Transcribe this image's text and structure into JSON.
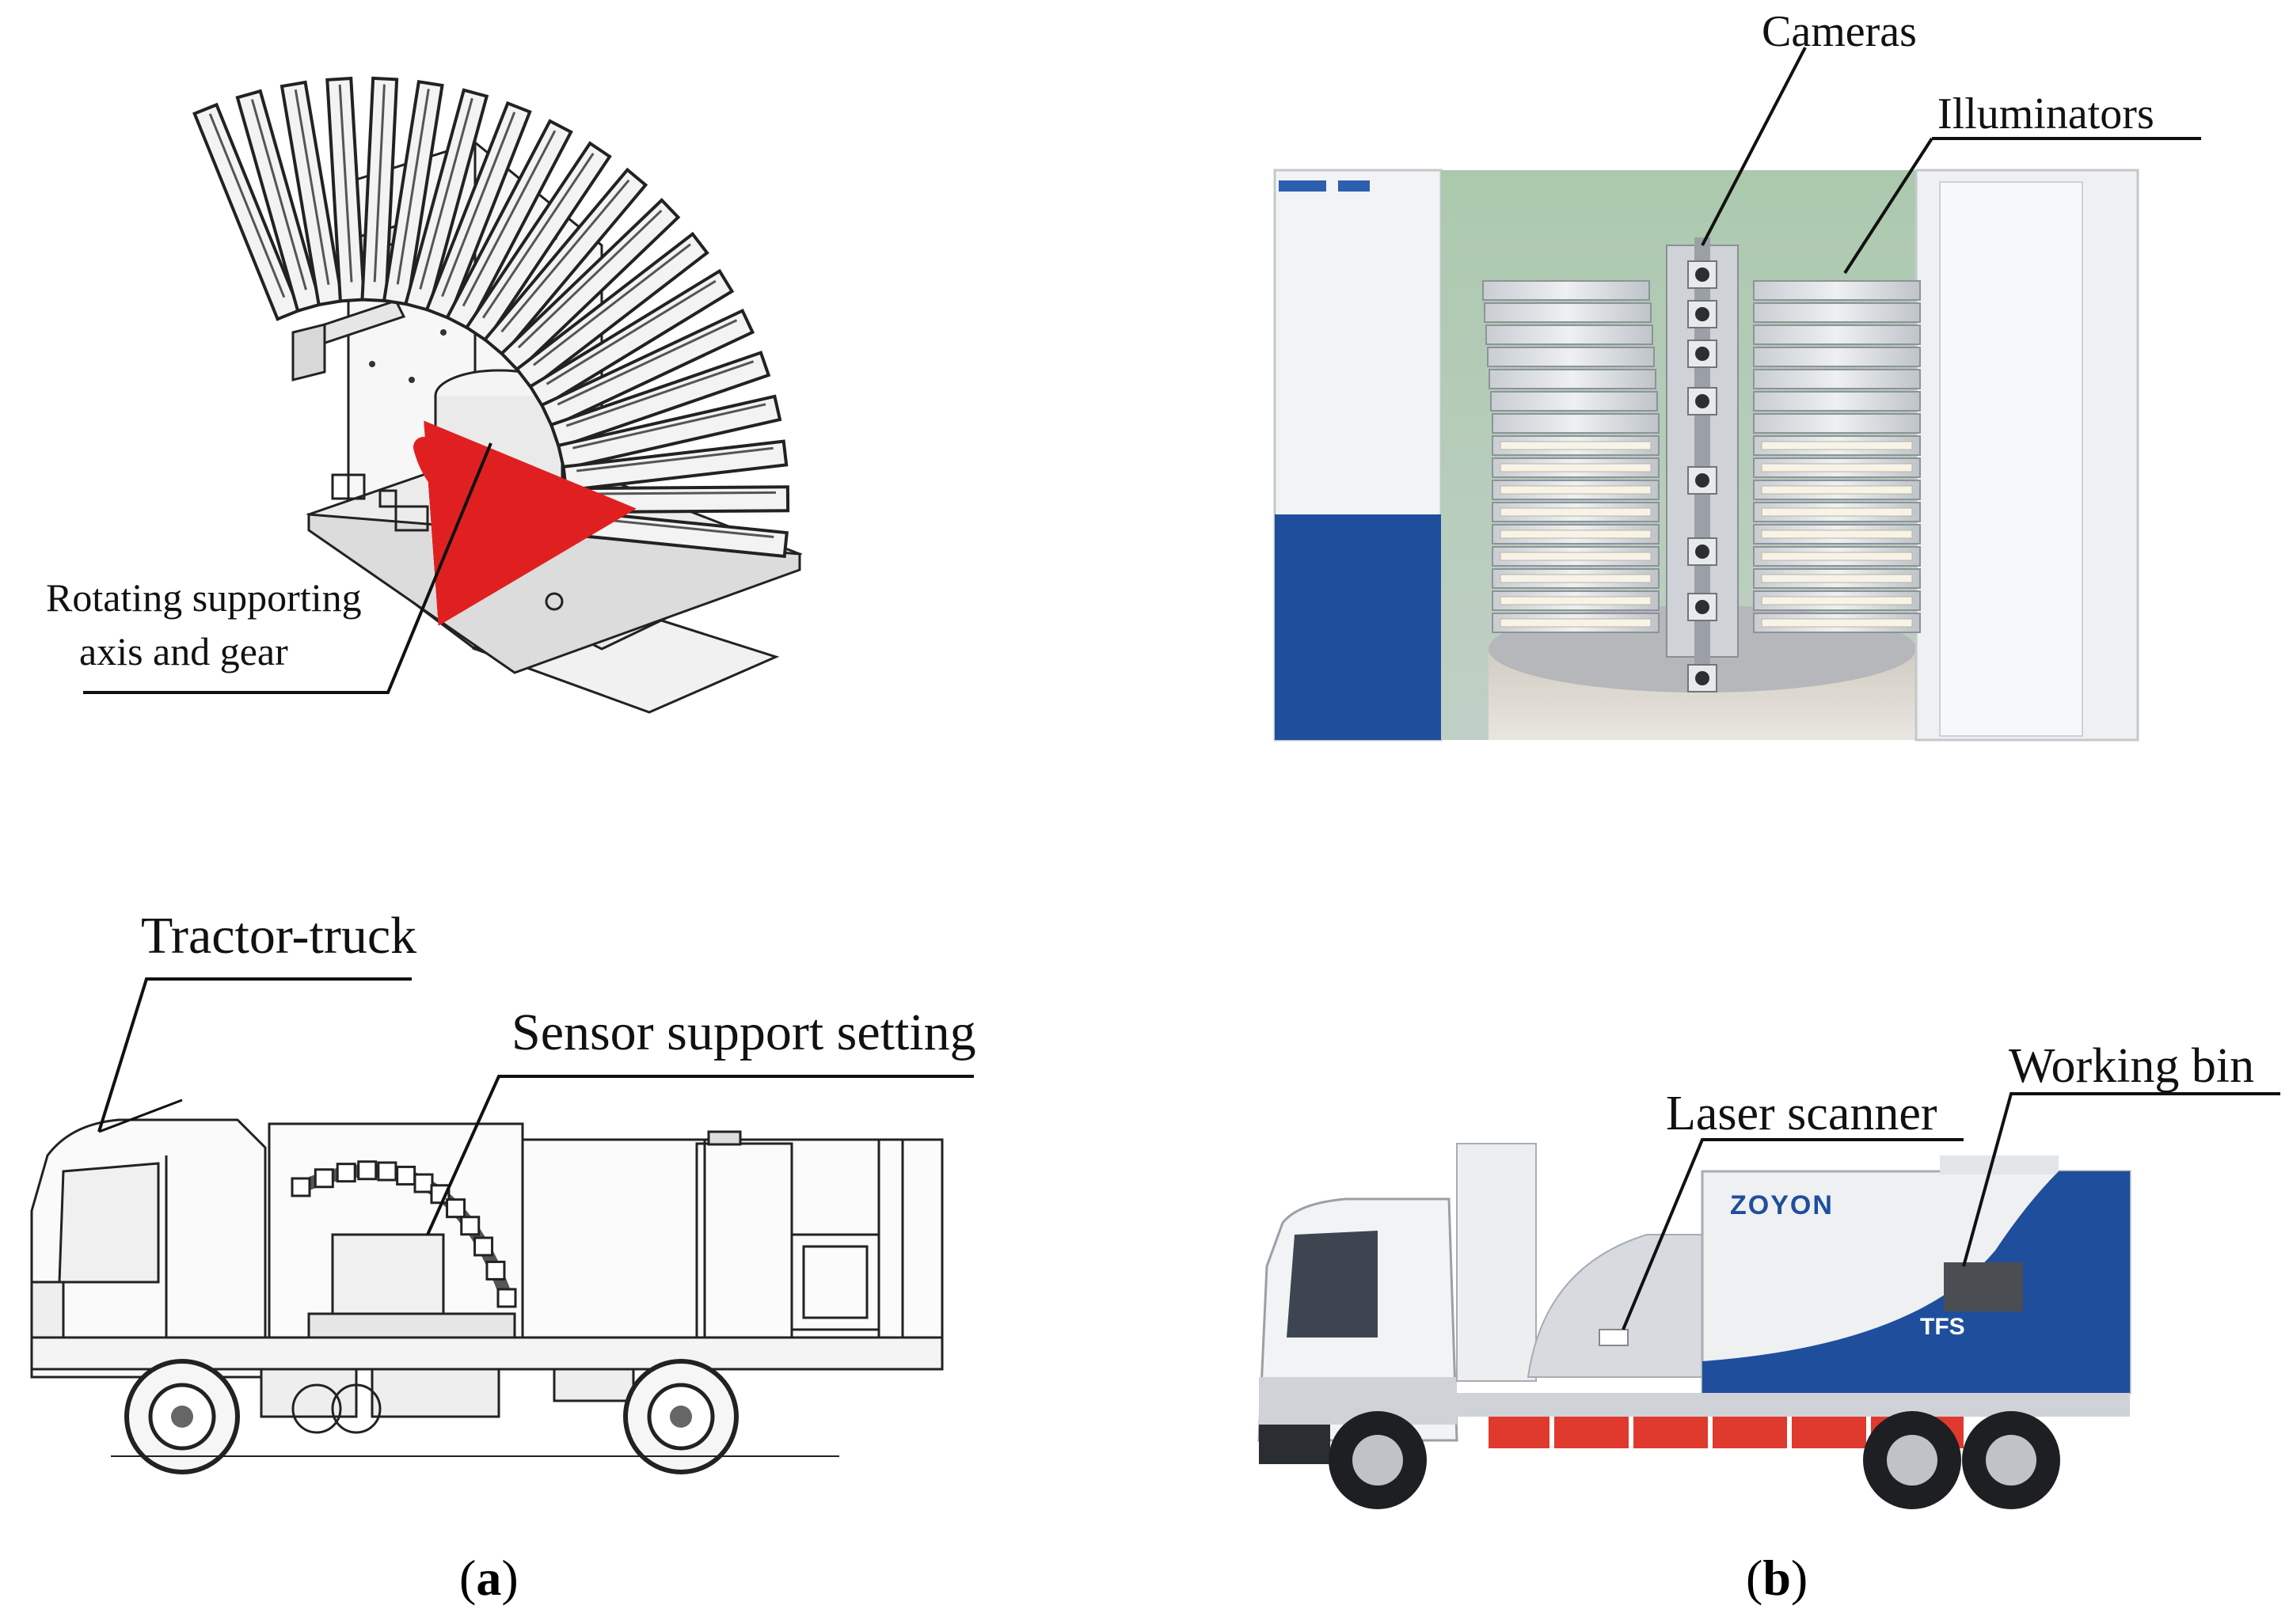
{
  "labels": {
    "cameras": "Cameras",
    "illuminators": "Illuminators",
    "rotating_line1": "Rotating supporting",
    "rotating_line2": "axis and gear",
    "tractor_truck": "Tractor-truck",
    "sensor_support": "Sensor support setting",
    "working_bin": "Working bin",
    "laser_scanner": "Laser scanner"
  },
  "captions": {
    "a_open": "(",
    "a_letter": "a",
    "a_close": ")",
    "b_open": "(",
    "b_letter": "b",
    "b_close": ")"
  },
  "truck_branding": {
    "brand": "ZOYON",
    "product": "TFS"
  },
  "colors": {
    "truck_blue": "#1f4e9c",
    "rotation_arrow": "#e02020",
    "frame_grey": "#d9dde0"
  }
}
